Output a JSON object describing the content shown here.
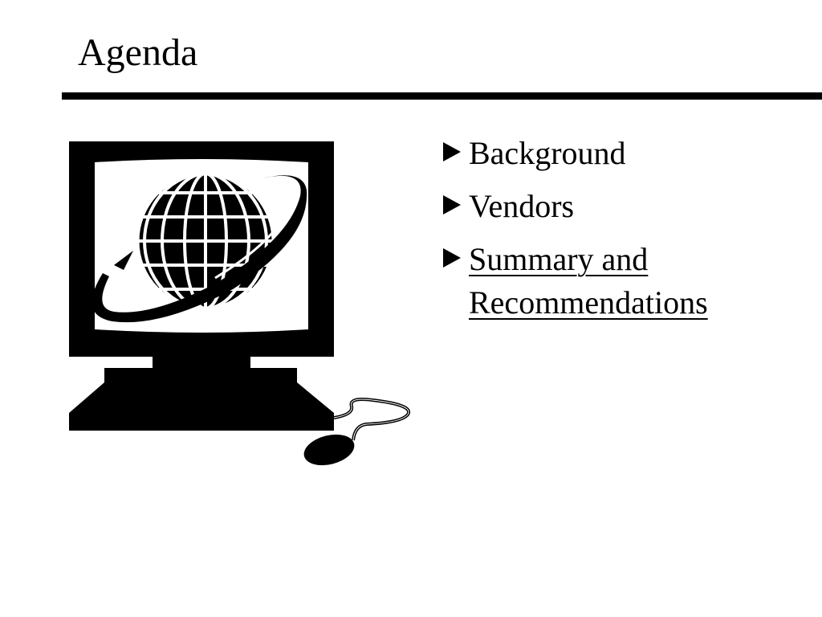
{
  "slide": {
    "title": "Agenda",
    "accent_color": "#000000",
    "background_color": "#ffffff"
  },
  "clipart": {
    "icon": "computer-globe-icon",
    "mouse_icon": "mouse-icon"
  },
  "agenda": {
    "items": [
      {
        "label": "Background",
        "current": false
      },
      {
        "label": "Vendors",
        "current": false
      },
      {
        "label": "Summary and Recommendations",
        "current": true
      }
    ]
  }
}
